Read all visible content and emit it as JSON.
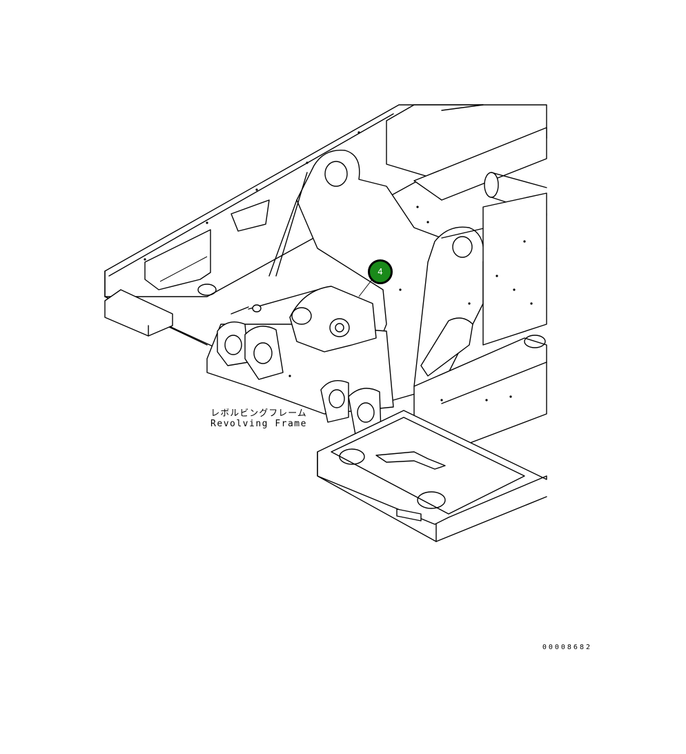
{
  "part_label": {
    "japanese": "レボルビングフレーム",
    "english": "Revolving Frame"
  },
  "callout": {
    "number": "4",
    "color": "#1a8a1a"
  },
  "reference_id": "00008682"
}
